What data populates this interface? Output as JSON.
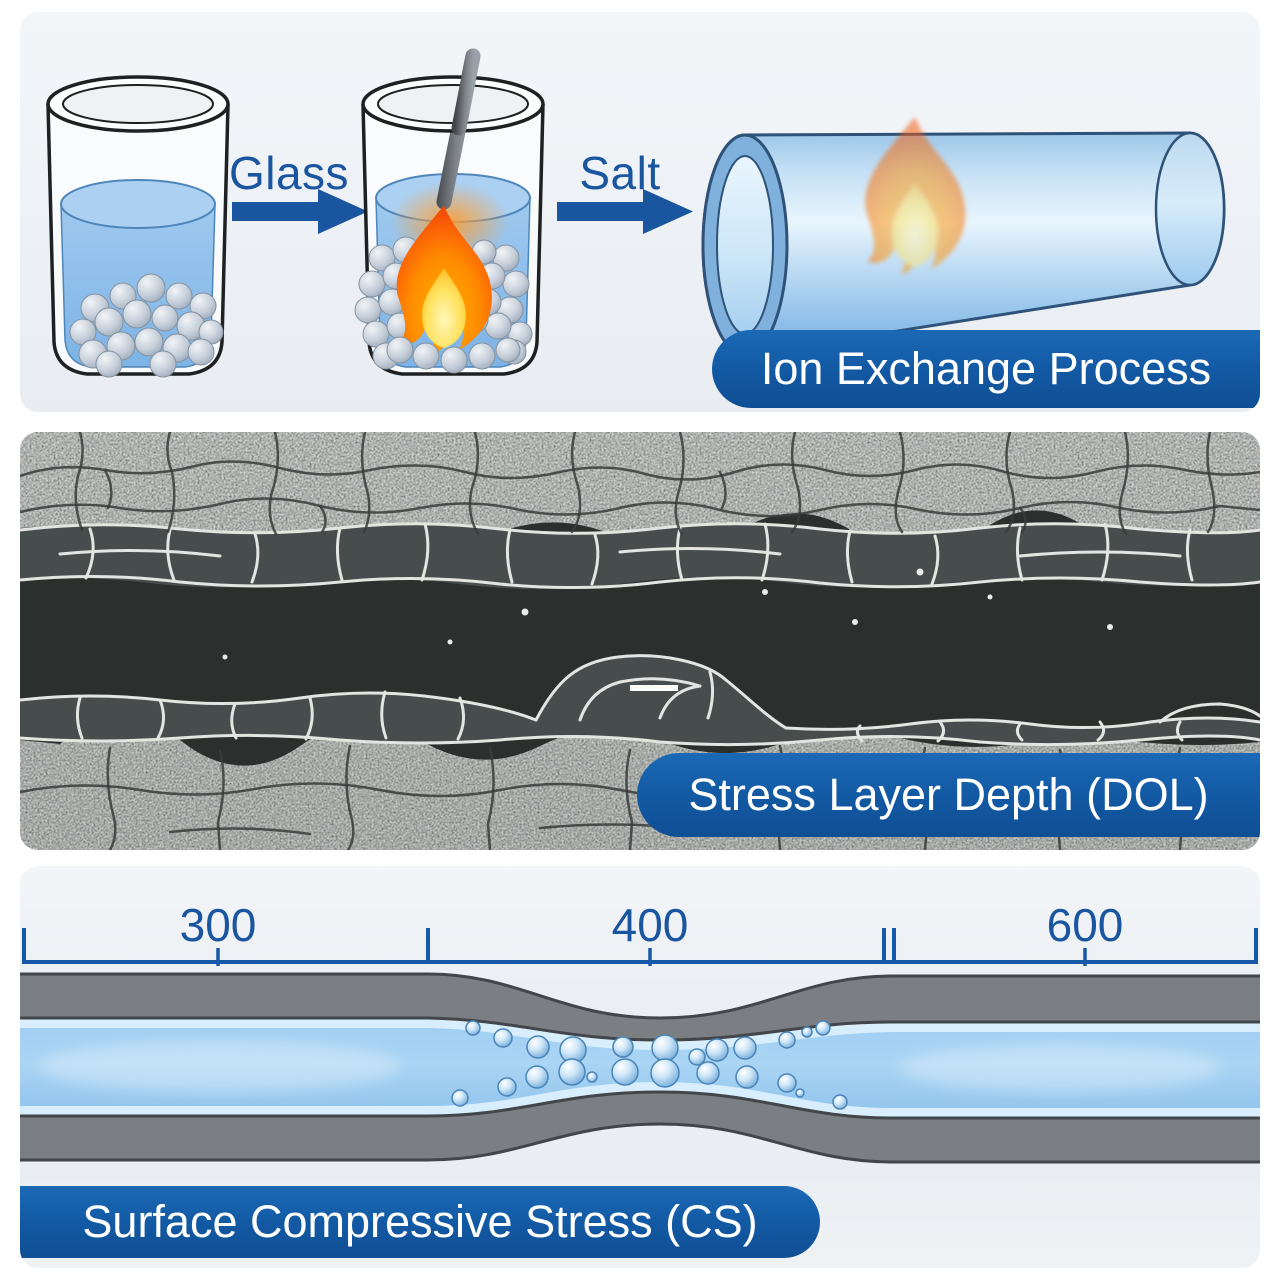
{
  "panels": {
    "ion_exchange": {
      "flow1_label": "Glass",
      "flow2_label": "Salt",
      "badge_label": "Ion Exchange Process"
    },
    "stress_layer": {
      "badge_label": "Stress Layer Depth (DOL)"
    },
    "compressive_stress": {
      "badge_label": "Surface Compressive Stress (CS)",
      "scale_labels": [
        "300",
        "400",
        "600"
      ]
    }
  },
  "icons": {
    "beaker_with_beads": "beaker-beads-icon",
    "beaker_heating": "beaker-flame-icon",
    "stirring_rod": "stirring-rod-icon",
    "flame": "flame-icon",
    "glass_tube": "glass-tube-icon",
    "arrow_right": "arrow-right-icon",
    "sem_scale_bar": "scale-bar-icon"
  },
  "colors": {
    "label_blue": "#1a55a0",
    "badge_blue": "#1258a2",
    "dimension_line_blue": "#1758a8",
    "flame_orange": "#ff8a00",
    "liquid_blue": "#8fc0ec",
    "slab_gray": "#7b7f84",
    "sem_dark_band": "#2b2f2e",
    "sem_gray": "#c8ccc9"
  }
}
